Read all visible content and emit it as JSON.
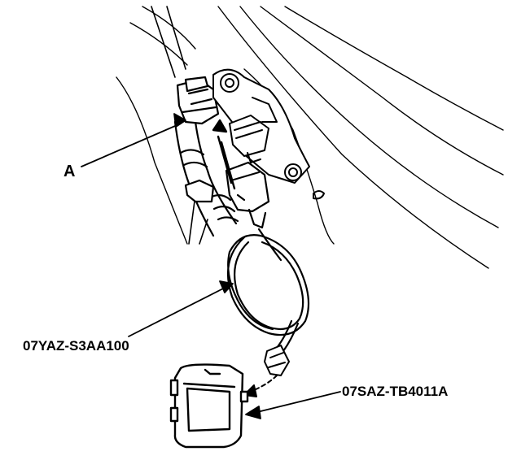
{
  "callouts": {
    "connector": "A",
    "harness": "07YAZ-S3AA100",
    "module": "07SAZ-TB4011A"
  },
  "colors": {
    "ink": "#000000",
    "paper": "#ffffff"
  }
}
